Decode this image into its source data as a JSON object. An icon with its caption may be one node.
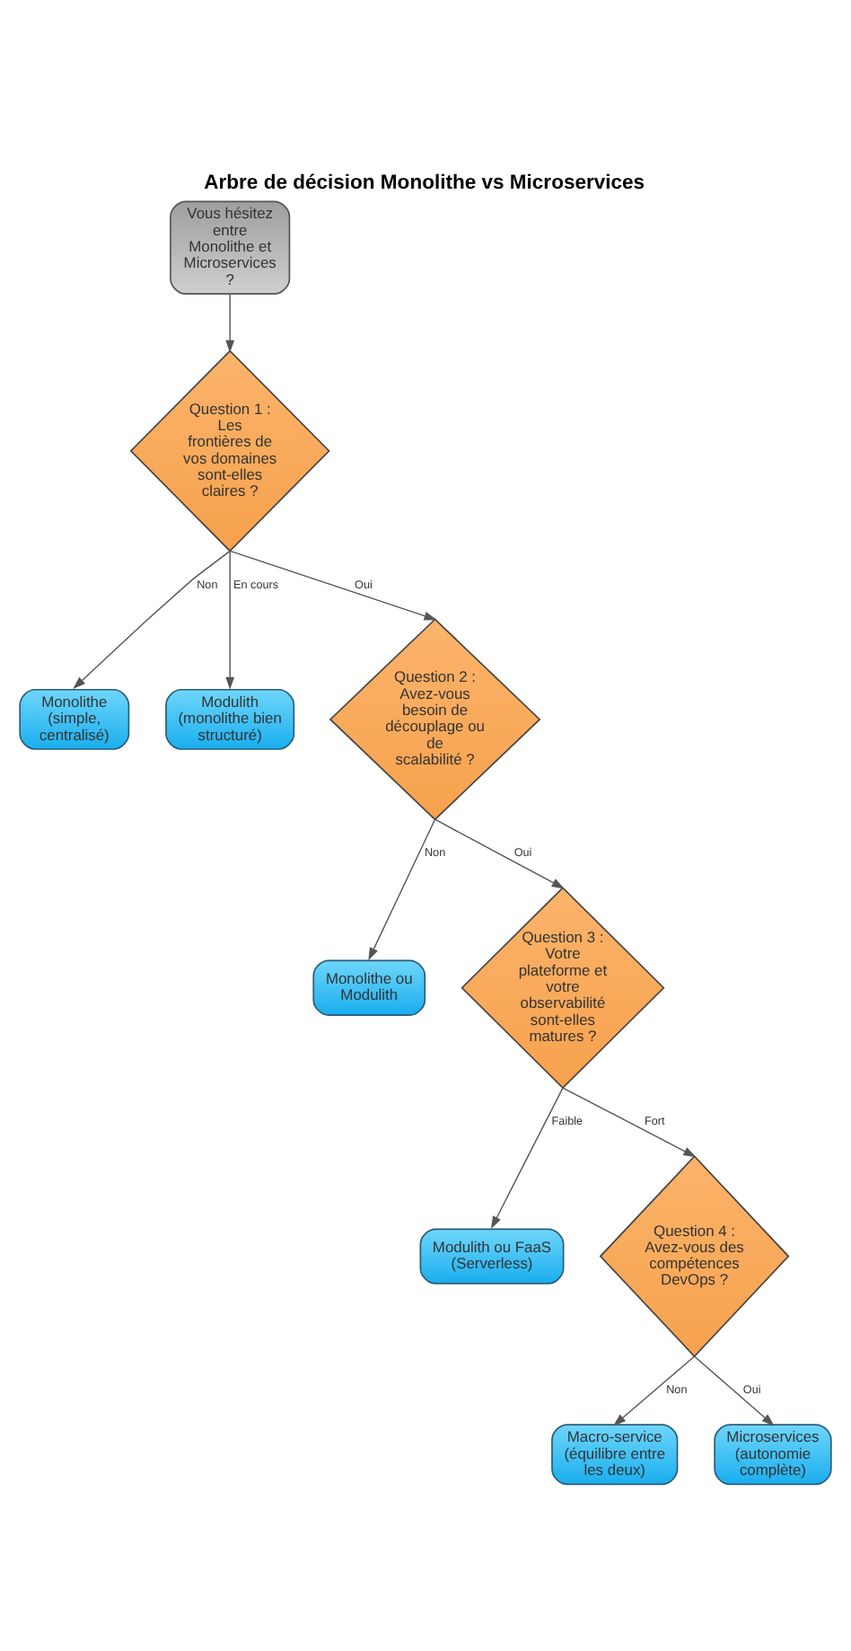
{
  "diagram": {
    "title": "Arbre de décision Monolithe vs Microservices",
    "nodes": [
      {
        "text": [
          "Vous hésitez entre Monolithe et Microservices ?"
        ]
      },
      {
        "text": [
          "Question 1 : Les frontières de vos domaines sont-elles claires ?"
        ]
      },
      {
        "text": [
          "Monolithe (simple, centralisé)"
        ]
      },
      {
        "text": [
          "Modulith (monolithe bien structuré)"
        ]
      },
      {
        "text": [
          "Question 2 : Avez-vous besoin de découplage ou de scalabilité ?"
        ]
      },
      {
        "text": [
          "Monolithe ou Modulith"
        ]
      },
      {
        "text": [
          "Question 3 : Votre plateforme et votre observabilité sont-elles matures ?"
        ]
      },
      {
        "text": [
          "Modulith ou FaaS (Serverless)"
        ]
      },
      {
        "text": [
          "Question 4 : Avez-vous des compétences DevOps ?"
        ]
      },
      {
        "text": [
          "Macro-service (équilibre entre les deux)"
        ]
      },
      {
        "text": [
          "Microservices (autonomie complète)"
        ]
      }
    ],
    "edges": [
      {
        "from": 0,
        "to": 1,
        "arrow": "to"
      },
      {
        "from": 1,
        "to": 2,
        "arrow": "to",
        "label": "Non"
      },
      {
        "from": 1,
        "to": 3,
        "arrow": "to",
        "label": "En cours"
      },
      {
        "from": 1,
        "to": 4,
        "arrow": "to",
        "label": "Oui"
      },
      {
        "from": 4,
        "to": 5,
        "arrow": "to",
        "label": "Non"
      },
      {
        "from": 4,
        "to": 6,
        "arrow": "to",
        "label": "Oui"
      },
      {
        "from": 6,
        "to": 7,
        "arrow": "to",
        "label": "Faible"
      },
      {
        "from": 6,
        "to": 8,
        "arrow": "to",
        "label": "Fort"
      },
      {
        "from": 8,
        "to": 9,
        "arrow": "to",
        "label": "Non"
      },
      {
        "from": 8,
        "to": 10,
        "arrow": "to",
        "label": "Oui"
      }
    ]
  }
}
